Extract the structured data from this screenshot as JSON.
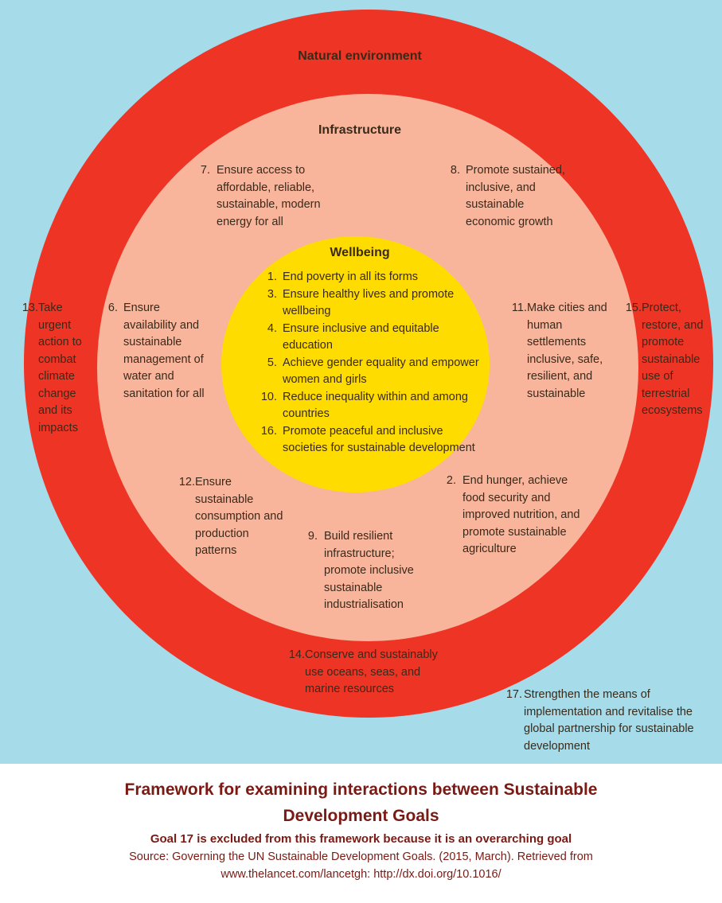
{
  "rings": {
    "natural_environment": "Natural environment",
    "infrastructure": "Infrastructure",
    "wellbeing": "Wellbeing"
  },
  "wellbeing_goals": [
    {
      "num": "1.",
      "text": "End poverty in all its forms"
    },
    {
      "num": "3.",
      "text": "Ensure healthy lives and promote wellbeing"
    },
    {
      "num": "4.",
      "text": "Ensure inclusive and equitable education"
    },
    {
      "num": "5.",
      "text": "Achieve gender equality and empower women and girls"
    },
    {
      "num": "10.",
      "text": "Reduce inequality within and among countries"
    },
    {
      "num": "16.",
      "text": "Promote peaceful and inclusive societies for sustainable development"
    }
  ],
  "infrastructure_goals": {
    "g7": {
      "num": "7.",
      "text": "Ensure access to affordable, reliable, sustainable, modern energy for all"
    },
    "g8": {
      "num": "8.",
      "text": "Promote sustained, inclusive, and sustainable economic growth"
    },
    "g6": {
      "num": "6.",
      "text": "Ensure availability and sustainable management of water and sanitation for all"
    },
    "g11": {
      "num": "11.",
      "text": "Make cities and human settlements inclusive, safe, resilient, and sustainable"
    },
    "g12": {
      "num": "12.",
      "text": "Ensure sustainable consumption and production patterns"
    },
    "g9": {
      "num": "9.",
      "text": "Build resilient infrastructure; promote inclusive sustainable industrialisation"
    },
    "g2": {
      "num": "2.",
      "text": "End hunger, achieve food security and improved nutrition, and promote sustainable agriculture"
    }
  },
  "environment_goals": {
    "g13": {
      "num": "13.",
      "text": "Take urgent action to combat climate change and its impacts"
    },
    "g15": {
      "num": "15.",
      "text": "Protect, restore, and promote sustainable use of terrestrial ecosystems"
    },
    "g14": {
      "num": "14.",
      "text": "Conserve and sustainably use oceans, seas, and marine resources"
    }
  },
  "outside_goal": {
    "num": "17.",
    "text": "Strengthen the means of implementation and revitalise the global partnership for sustainable development"
  },
  "caption": {
    "title": "Framework for examining interactions between Sustainable Development Goals",
    "note": "Goal 17 is excluded from this framework because it is an overarching goal",
    "source": "Source: Governing the UN Sustainable Development Goals. (2015, March). Retrieved from www.thelancet.com/lancetgh: http://dx.doi.org/10.1016/"
  },
  "colors": {
    "background": "#a6dbea",
    "natural_environment": "#ee3425",
    "infrastructure": "#f9b49c",
    "wellbeing": "#ffdc00",
    "caption_text": "#7a1a14"
  }
}
